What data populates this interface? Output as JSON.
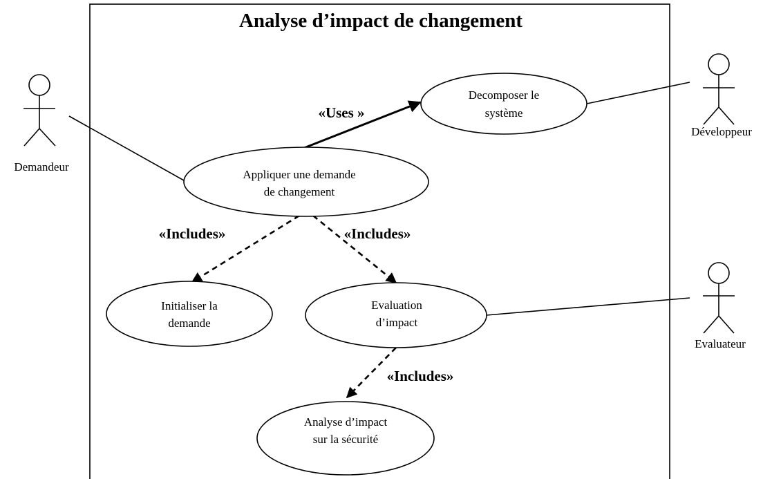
{
  "system": {
    "title": "Analyse d’impact de changement"
  },
  "actors": {
    "demandeur": "Demandeur",
    "developpeur": "Développeur",
    "evaluateur": "Evaluateur"
  },
  "use_cases": {
    "decomposer": [
      "Decomposer le",
      "système"
    ],
    "appliquer": [
      "Appliquer une demande",
      "de  changement"
    ],
    "initialiser": [
      "Initialiser la",
      "demande"
    ],
    "evaluation": [
      "Evaluation",
      "d’impact"
    ],
    "analyse_securite": [
      "Analyse d’impact",
      "sur la sécurité"
    ]
  },
  "relations": {
    "uses": "«Uses »",
    "includes_initialiser": "«Includes»",
    "includes_evaluation": "«Includes»",
    "includes_securite": "«Includes»"
  }
}
